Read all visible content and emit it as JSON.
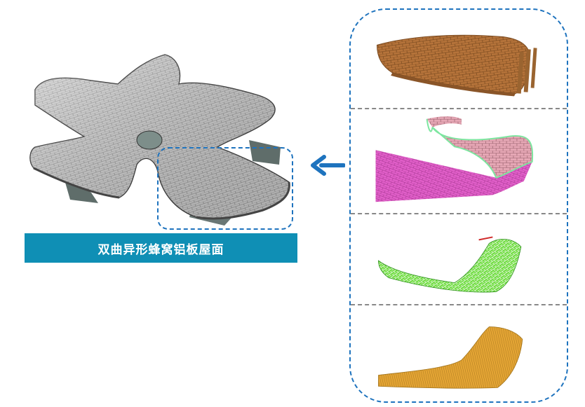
{
  "caption": {
    "text": "双曲异形蜂窝铝板屋面"
  },
  "colors": {
    "accent_blue": "#1e73be",
    "caption_bg": "#0f8fb5",
    "model_gray": "#c9c9c9",
    "orange_panel": "#b5733a",
    "pink_panel": "#e15fc9",
    "green_panel": "#6cdb3c",
    "yellow_panel": "#e3a434"
  },
  "icons": {
    "arrow": "left-arrow-icon"
  },
  "detail_views": [
    {
      "name": "orange-panel-view"
    },
    {
      "name": "pink-panel-view"
    },
    {
      "name": "green-panel-view"
    },
    {
      "name": "yellow-panel-view"
    }
  ]
}
